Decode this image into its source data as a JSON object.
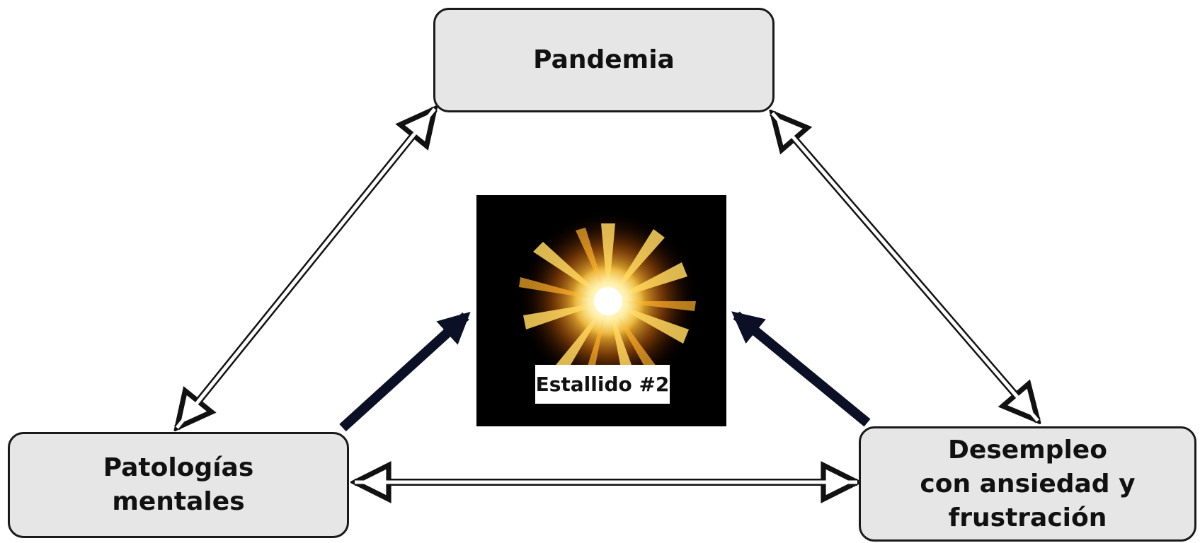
{
  "nodes": {
    "top": {
      "label": "Pandemia"
    },
    "left": {
      "label": "Patologías\nmentales"
    },
    "right": {
      "label": "Desempleo\ncon ansiedad y\nfrustración"
    }
  },
  "center": {
    "label": "Estallido #2",
    "image": "explosion-burst"
  },
  "edges": [
    {
      "from": "Patologías mentales",
      "to": "Pandemia",
      "style": "hollow-double-arrow"
    },
    {
      "from": "Pandemia",
      "to": "Desempleo con ansiedad y frustración",
      "style": "hollow-double-arrow"
    },
    {
      "from": "Patologías mentales",
      "to": "Desempleo con ansiedad y frustración",
      "style": "hollow-double-arrow"
    },
    {
      "from": "Patologías mentales",
      "to": "Estallido #2",
      "style": "solid-arrow"
    },
    {
      "from": "Desempleo con ansiedad y frustración",
      "to": "Estallido #2",
      "style": "solid-arrow"
    }
  ],
  "colors": {
    "node_fill": "#e6e6e6",
    "node_border": "#1a1a1a",
    "solid_arrow": "#0b1026",
    "burst_core": "#fff6c8"
  }
}
